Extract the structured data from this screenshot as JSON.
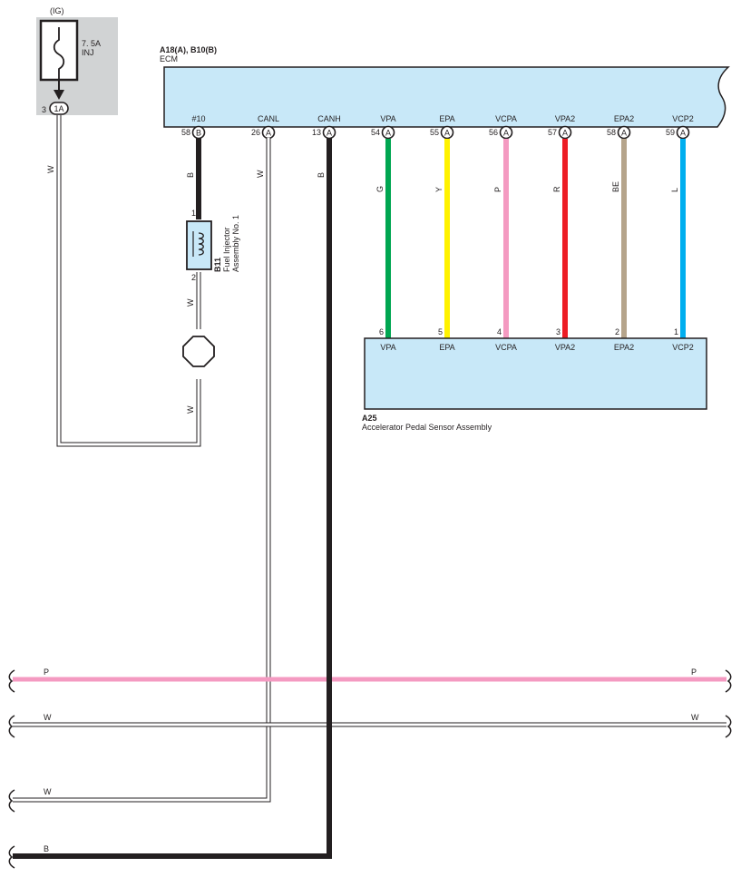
{
  "fuse": {
    "power_label": "(IG)",
    "rating": "7. 5A",
    "name": "INJ",
    "pin_number": "3",
    "connector": "1A"
  },
  "ecm": {
    "connector_id": "A18(A), B10(B)",
    "name": "ECM",
    "terminals": [
      {
        "label": "#10",
        "pin": "58",
        "conn": "B"
      },
      {
        "label": "CANL",
        "pin": "26",
        "conn": "A"
      },
      {
        "label": "CANH",
        "pin": "13",
        "conn": "A"
      },
      {
        "label": "VPA",
        "pin": "54",
        "conn": "A"
      },
      {
        "label": "EPA",
        "pin": "55",
        "conn": "A"
      },
      {
        "label": "VCPA",
        "pin": "56",
        "conn": "A"
      },
      {
        "label": "VPA2",
        "pin": "57",
        "conn": "A"
      },
      {
        "label": "EPA2",
        "pin": "58",
        "conn": "A"
      },
      {
        "label": "VCP2",
        "pin": "59",
        "conn": "A"
      }
    ]
  },
  "injector": {
    "id": "B11",
    "name_line1": "Fuel Injector",
    "name_line2": "Assembly No. 1",
    "pin_top": "1",
    "pin_bottom": "2"
  },
  "sensor": {
    "id": "A25",
    "name": "Accelerator Pedal Sensor Assembly",
    "terminals": [
      {
        "label": "VPA",
        "pin": "6"
      },
      {
        "label": "EPA",
        "pin": "5"
      },
      {
        "label": "VCPA",
        "pin": "4"
      },
      {
        "label": "VPA2",
        "pin": "3"
      },
      {
        "label": "EPA2",
        "pin": "2"
      },
      {
        "label": "VCP2",
        "pin": "1"
      }
    ]
  },
  "wires": {
    "fuse_ground": "W",
    "injector_top": "B",
    "injector_bottom_1": "W",
    "injector_bottom_2": "W",
    "canl": "W",
    "canh": "B",
    "sensor": [
      {
        "code": "G",
        "color": "#00a651"
      },
      {
        "code": "Y",
        "color": "#fff200"
      },
      {
        "code": "P",
        "color": "#f49ac1"
      },
      {
        "code": "R",
        "color": "#ed1c24"
      },
      {
        "code": "BE",
        "color": "#b5a48b"
      },
      {
        "code": "L",
        "color": "#00aeef"
      }
    ]
  },
  "buses": [
    {
      "code": "P",
      "code_right": "P"
    },
    {
      "code": "W",
      "code_right": "W"
    },
    {
      "code": "W"
    },
    {
      "code": "B"
    }
  ],
  "colors": {
    "component_fill": "#c8e8f8",
    "fuse_box_fill": "#d1d3d4",
    "black_wire": "#231f20",
    "pink_wire": "#f49ac1"
  }
}
